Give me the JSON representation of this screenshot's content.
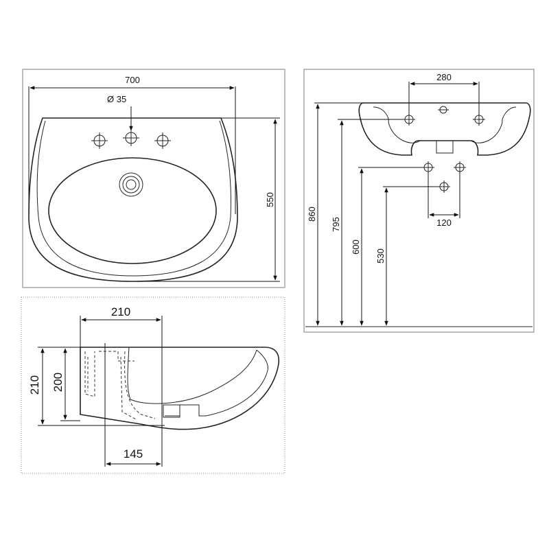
{
  "top_view": {
    "width_label": "700",
    "depth_label": "550",
    "hole_label": "Ø 35"
  },
  "front_view": {
    "hole_spacing_label": "280",
    "bracket_spacing_label": "120",
    "heights": {
      "h860": "860",
      "h795": "795",
      "h600": "600",
      "h530": "530"
    }
  },
  "side_view": {
    "top_width_label": "210",
    "bottom_width_label": "145",
    "outer_height_label": "210",
    "inner_height_label": "200"
  }
}
